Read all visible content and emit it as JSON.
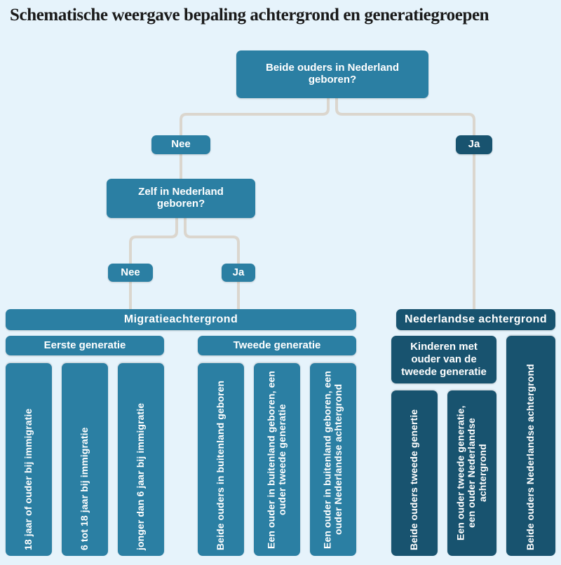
{
  "page": {
    "title": "Schematische weergave bepaling achtergrond en generatiegroepen",
    "background_color": "#e6f3fb",
    "accent_color": "#2b7fa3",
    "accent_dark_color": "#18536f",
    "connector_color": "#dbd6ce"
  },
  "nodes": {
    "root_question": "Beide ouders in Nederland geboren?",
    "branch_no": "Nee",
    "branch_yes": "Ja",
    "second_question": "Zelf in Nederland geboren?",
    "second_no": "Nee",
    "second_yes": "Ja"
  },
  "groups": {
    "migration": {
      "header": "Migratieachtergrond",
      "subgroups": [
        {
          "header": "Eerste generatie",
          "leaves": [
            "18 jaar of ouder bij immigratie",
            "6 tot 18 jaar bij immigratie",
            "jonger dan 6 jaar bij immigratie"
          ]
        },
        {
          "header": "Tweede generatie",
          "leaves": [
            "Beide ouders in buitenland geboren",
            "Een ouder in buitenland geboren, een ouder tweede generatie",
            "Een ouder in buitenland geboren, een ouder Nederlandse achtergrond"
          ]
        }
      ]
    },
    "dutch": {
      "header": "Nederlandse achtergrond",
      "subgroups": [
        {
          "header": "Kinderen met ouder van de tweede generatie",
          "leaves": [
            "Beide ouders tweede genertie",
            "Een ouder tweede generatie, een ouder Nederlandse achtergrond"
          ]
        },
        {
          "header": "",
          "leaves": [
            "Beide ouders Nederlandse achtergrond"
          ]
        }
      ]
    }
  }
}
